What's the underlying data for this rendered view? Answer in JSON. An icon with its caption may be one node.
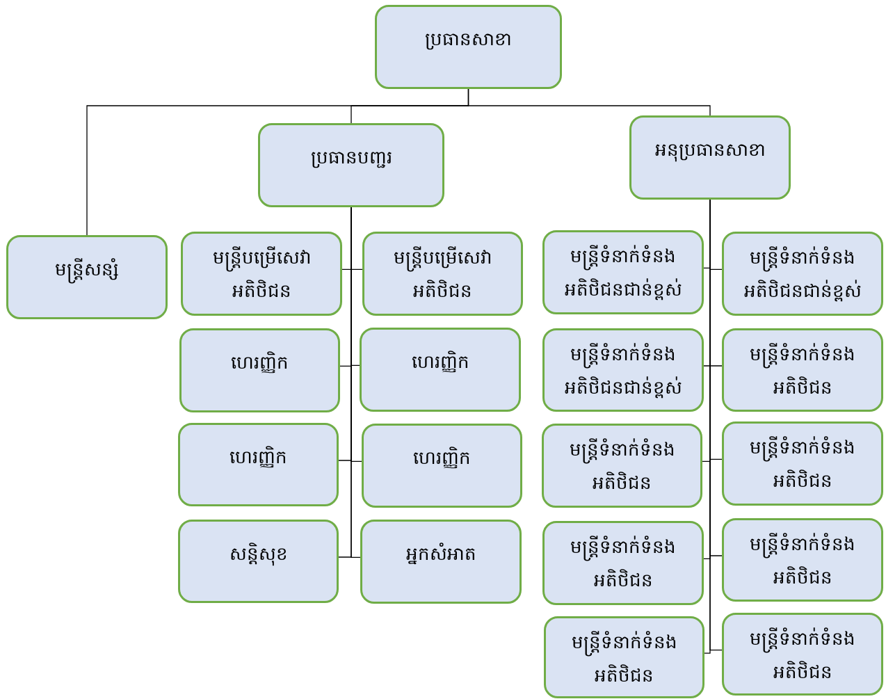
{
  "diagram": {
    "nodes": [
      {
        "text": [
          "ប្រធានសាខា"
        ]
      },
      {
        "text": [
          "ប្រធានបញ្ជរ"
        ]
      },
      {
        "text": [
          "អនុប្រធានសាខា"
        ]
      },
      {
        "text": [
          "មន្ត្រីសន្សំ"
        ]
      },
      {
        "text": [
          "មន្ត្រីបម្រើសេវា អតិថិជន"
        ]
      },
      {
        "text": [
          "មន្ត្រីបម្រើសេវា អតិថិជន"
        ]
      },
      {
        "text": [
          "ហេរញ្ញិក"
        ]
      },
      {
        "text": [
          "ហេរញ្ញិក"
        ]
      },
      {
        "text": [
          "ហេរញ្ញិក"
        ]
      },
      {
        "text": [
          "ហេរញ្ញិក"
        ]
      },
      {
        "text": [
          "សន្តិសុខ"
        ]
      },
      {
        "text": [
          "អ្នកសំអាត"
        ]
      },
      {
        "text": [
          "មន្ត្រីទំនាក់ទំនង អតិថិជនជាន់ខ្ពស់"
        ]
      },
      {
        "text": [
          "មន្ត្រីទំនាក់ទំនង អតិថិជនជាន់ខ្ពស់"
        ]
      },
      {
        "text": [
          "មន្ត្រីទំនាក់ទំនង អតិថិជនជាន់ខ្ពស់"
        ]
      },
      {
        "text": [
          "មន្ត្រីទំនាក់ទំនង អតិថិជន"
        ]
      },
      {
        "text": [
          "មន្ត្រីទំនាក់ទំនង អតិថិជន"
        ]
      },
      {
        "text": [
          "មន្ត្រីទំនាក់ទំនង អតិថិជន"
        ]
      },
      {
        "text": [
          "មន្ត្រីទំនាក់ទំនង អតិថិជន"
        ]
      },
      {
        "text": [
          "មន្ត្រីទំនាក់ទំនង អតិថិជន"
        ]
      },
      {
        "text": [
          "មន្ត្រីទំនាក់ទំនង អតិថិជន"
        ]
      },
      {
        "text": [
          "មន្ត្រីទំនាក់ទំនង អតិថិជន"
        ]
      }
    ],
    "edges": [
      {
        "from": 0,
        "to": 3,
        "arrow": "none"
      },
      {
        "from": 0,
        "to": 1,
        "arrow": "none"
      },
      {
        "from": 0,
        "to": 2,
        "arrow": "none"
      },
      {
        "from": 1,
        "to": 4,
        "arrow": "none"
      },
      {
        "from": 1,
        "to": 5,
        "arrow": "none"
      },
      {
        "from": 1,
        "to": 6,
        "arrow": "none"
      },
      {
        "from": 1,
        "to": 7,
        "arrow": "none"
      },
      {
        "from": 1,
        "to": 8,
        "arrow": "none"
      },
      {
        "from": 1,
        "to": 9,
        "arrow": "none"
      },
      {
        "from": 1,
        "to": 10,
        "arrow": "none"
      },
      {
        "from": 1,
        "to": 11,
        "arrow": "none"
      },
      {
        "from": 2,
        "to": 12,
        "arrow": "none"
      },
      {
        "from": 2,
        "to": 13,
        "arrow": "none"
      },
      {
        "from": 2,
        "to": 14,
        "arrow": "none"
      },
      {
        "from": 2,
        "to": 15,
        "arrow": "none"
      },
      {
        "from": 2,
        "to": 16,
        "arrow": "none"
      },
      {
        "from": 2,
        "to": 17,
        "arrow": "none"
      },
      {
        "from": 2,
        "to": 18,
        "arrow": "none"
      },
      {
        "from": 2,
        "to": 19,
        "arrow": "none"
      },
      {
        "from": 2,
        "to": 20,
        "arrow": "none"
      },
      {
        "from": 2,
        "to": 21,
        "arrow": "none"
      }
    ]
  }
}
